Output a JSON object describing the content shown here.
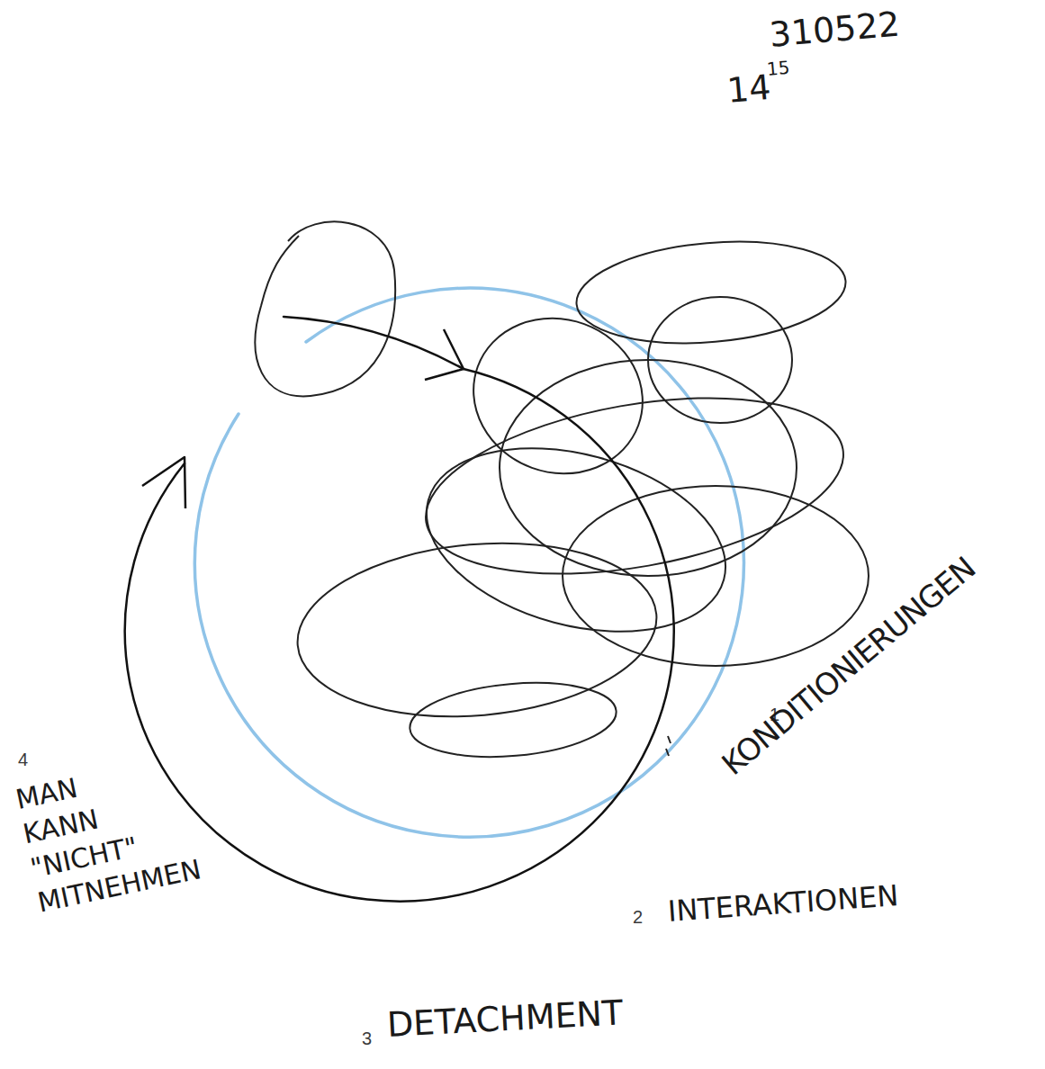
{
  "diagram": {
    "labels": [
      "310522",
      "14",
      "15",
      "1",
      "KONDITIONIERUNGEN",
      "2",
      "INTERAKTIONEN",
      "3",
      "DETACHMENT",
      "4",
      "MAN KANN \"NICHT\" MITNEHMEN"
    ]
  }
}
